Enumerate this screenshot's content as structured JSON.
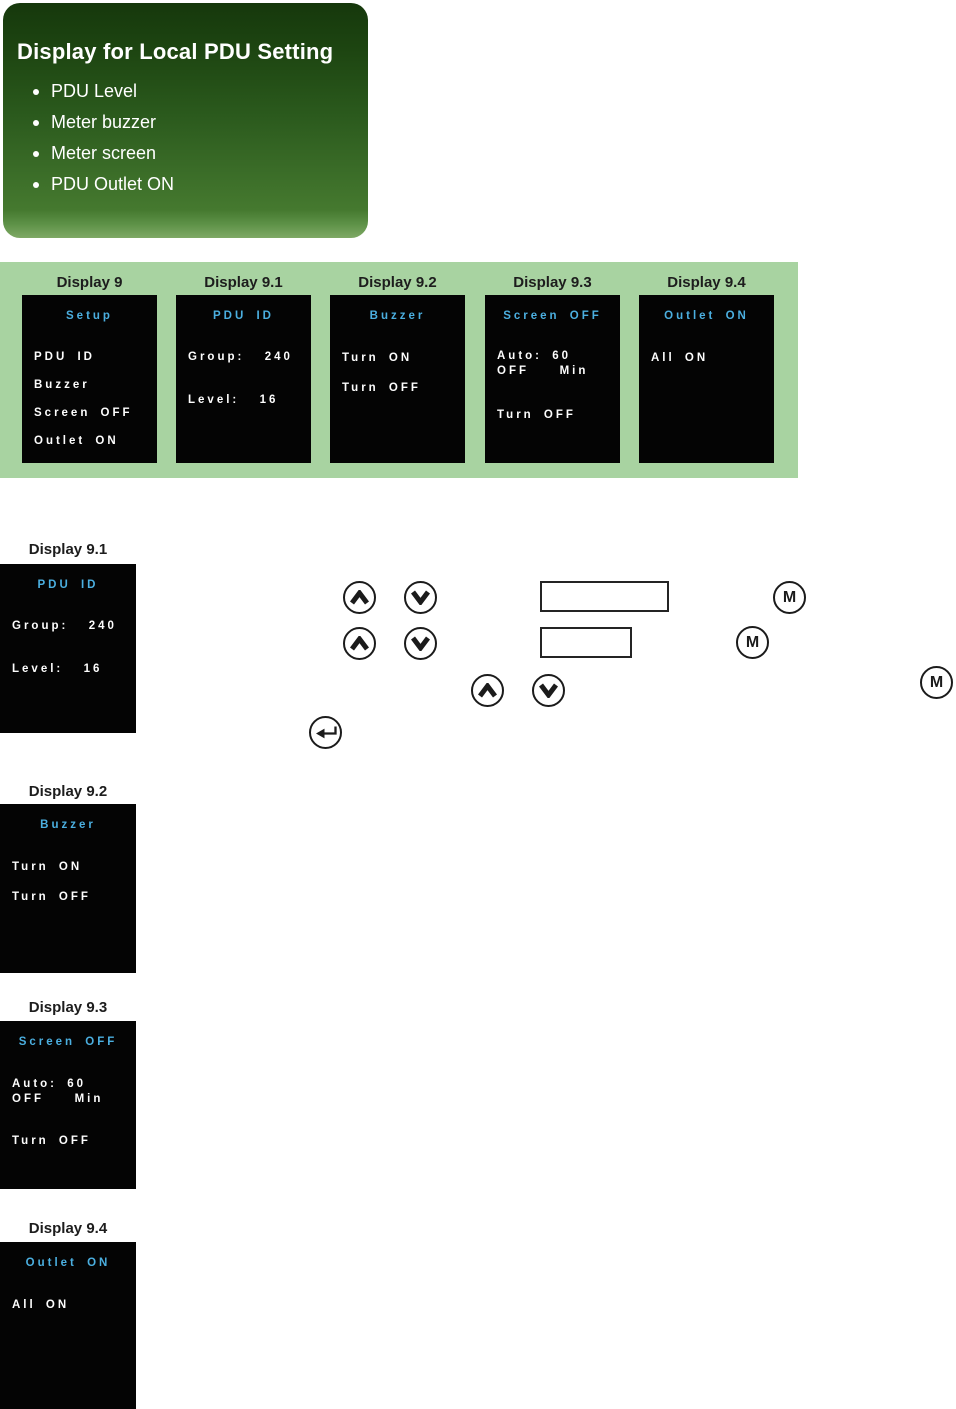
{
  "info_card": {
    "title": "Display for Local PDU Setting",
    "bullets": [
      "PDU Level",
      "Meter buzzer",
      "Meter screen",
      "PDU Outlet ON"
    ]
  },
  "overview": {
    "displays": [
      {
        "label": "Display 9",
        "header": "Setup",
        "lines": [
          "PDU ID",
          "Buzzer",
          "Screen OFF",
          "Outlet ON"
        ]
      },
      {
        "label": "Display 9.1",
        "header": "PDU ID",
        "lines": [
          "Group:  240",
          "Level:  16"
        ]
      },
      {
        "label": "Display 9.2",
        "header": "Buzzer",
        "lines": [
          "Turn ON",
          "Turn OFF"
        ]
      },
      {
        "label": "Display 9.3",
        "header": "Screen OFF",
        "lines": [
          "Auto: 60",
          "OFF   Min",
          "Turn OFF"
        ]
      },
      {
        "label": "Display 9.4",
        "header": "Outlet ON",
        "lines": [
          "All ON"
        ]
      }
    ]
  },
  "sections": [
    {
      "label": "Display 9.1",
      "header": "PDU ID",
      "lines": [
        "Group:  240",
        "Level:  16"
      ]
    },
    {
      "label": "Display 9.2",
      "header": "Buzzer",
      "lines": [
        "Turn ON",
        "Turn OFF"
      ]
    },
    {
      "label": "Display 9.3",
      "header": "Screen OFF",
      "lines": [
        "Auto: 60",
        "OFF   Min",
        "Turn OFF"
      ]
    },
    {
      "label": "Display 9.4",
      "header": "Outlet ON",
      "lines": [
        "All ON"
      ]
    }
  ],
  "controls": {
    "m_label": "M"
  },
  "colors": {
    "card_gradient_top": "#16380c",
    "card_gradient_bottom": "#7fa965",
    "band_bg": "#a8d3a1",
    "lcd_bg": "#040404",
    "lcd_header_text": "#4bafe0",
    "lcd_body_text": "#fdfdfd"
  }
}
